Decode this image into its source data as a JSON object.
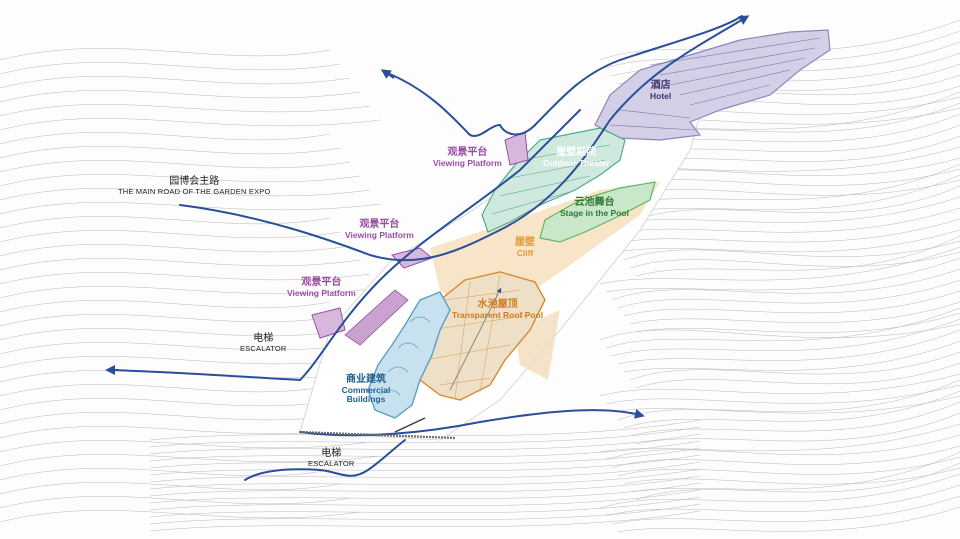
{
  "colors": {
    "route": "#2a4f9a",
    "hotel": "#8f86bd",
    "theater": "#53a98d",
    "stage": "#64b468",
    "cliff": "#e0a55a",
    "roof_pool": "#d98a2e",
    "commercial": "#5a9fc6",
    "viewing": "#9b4fa3",
    "text_dark": "#222222"
  },
  "labels": {
    "hotel": {
      "zh": "酒店",
      "en": "Hotel"
    },
    "outdoor_theater": {
      "zh": "崖壁剧院",
      "en": "Outdoor Theater"
    },
    "stage_pool": {
      "zh": "云池舞台",
      "en": "Stage in the Pool"
    },
    "cliff": {
      "zh": "崖壁",
      "en": "Cliff"
    },
    "roof_pool": {
      "zh": "水池屋顶",
      "en": "Transparent Roof Pool"
    },
    "commercial": {
      "zh": "商业建筑",
      "en": "Commercial Buildings"
    },
    "viewing_1": {
      "zh": "观景平台",
      "en": "Viewing Platform"
    },
    "viewing_2": {
      "zh": "观景平台",
      "en": "Viewing Platform"
    },
    "viewing_3": {
      "zh": "观景平台",
      "en": "Viewing Platform"
    },
    "main_road": {
      "zh": "园博会主路",
      "en": "THE MAIN ROAD OF THE GARDEN EXPO"
    },
    "escalator_1": {
      "zh": "电梯",
      "en": "ESCALATOR"
    },
    "escalator_2": {
      "zh": "电梯",
      "en": "ESCALATOR"
    }
  }
}
